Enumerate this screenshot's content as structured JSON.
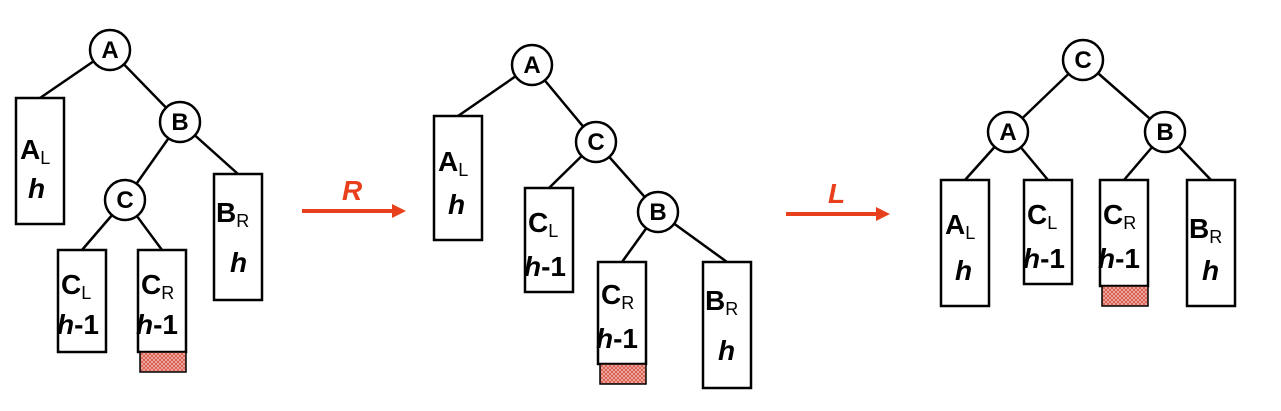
{
  "colors": {
    "arrow": "#E8401C",
    "hatch": "#F2B0A8",
    "hatch_line": "#D04A3A"
  },
  "arrows": [
    {
      "label": "R"
    },
    {
      "label": "L"
    }
  ],
  "trees": [
    {
      "nodes": [
        {
          "label": "A"
        },
        {
          "label": "B"
        },
        {
          "label": "C"
        }
      ],
      "subtrees": [
        {
          "name": "A",
          "sub": "L",
          "height": "h",
          "suffix": ""
        },
        {
          "name": "C",
          "sub": "L",
          "height": "h",
          "suffix": "-1"
        },
        {
          "name": "C",
          "sub": "R",
          "height": "h",
          "suffix": "-1",
          "hatched": true
        },
        {
          "name": "B",
          "sub": "R",
          "height": "h",
          "suffix": ""
        }
      ]
    },
    {
      "nodes": [
        {
          "label": "A"
        },
        {
          "label": "C"
        },
        {
          "label": "B"
        }
      ],
      "subtrees": [
        {
          "name": "A",
          "sub": "L",
          "height": "h",
          "suffix": ""
        },
        {
          "name": "C",
          "sub": "L",
          "height": "h",
          "suffix": "-1"
        },
        {
          "name": "C",
          "sub": "R",
          "height": "h",
          "suffix": "-1",
          "hatched": true
        },
        {
          "name": "B",
          "sub": "R",
          "height": "h",
          "suffix": ""
        }
      ]
    },
    {
      "nodes": [
        {
          "label": "C"
        },
        {
          "label": "A"
        },
        {
          "label": "B"
        }
      ],
      "subtrees": [
        {
          "name": "A",
          "sub": "L",
          "height": "h",
          "suffix": ""
        },
        {
          "name": "C",
          "sub": "L",
          "height": "h",
          "suffix": "-1"
        },
        {
          "name": "C",
          "sub": "R",
          "height": "h",
          "suffix": "-1",
          "hatched": true
        },
        {
          "name": "B",
          "sub": "R",
          "height": "h",
          "suffix": ""
        }
      ]
    }
  ]
}
